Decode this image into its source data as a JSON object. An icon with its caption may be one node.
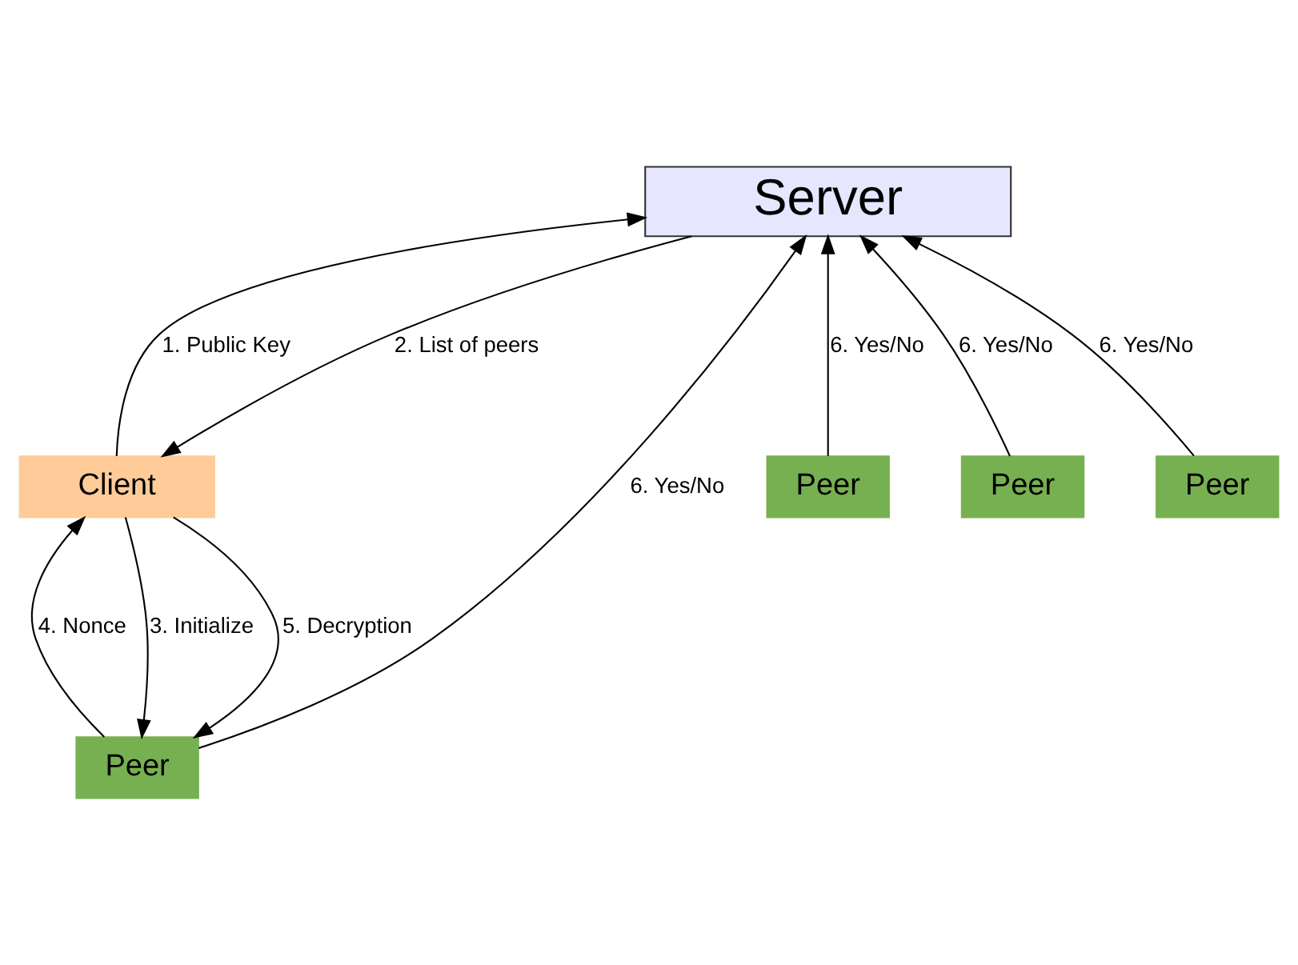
{
  "diagram": {
    "nodes": [
      {
        "text": [
          "Server"
        ]
      },
      {
        "text": [
          "Peer"
        ]
      },
      {
        "text": [
          "Client"
        ]
      },
      {
        "text": [
          "Peer"
        ]
      },
      {
        "text": [
          "Peer"
        ]
      },
      {
        "text": [
          "Peer"
        ]
      }
    ],
    "edges": [
      {
        "from": 1,
        "to": 0,
        "arrow": "to",
        "label": "6. Yes/No"
      },
      {
        "from": 5,
        "to": 0,
        "arrow": "to",
        "label": "6. Yes/No"
      },
      {
        "from": 2,
        "to": 0,
        "arrow": "to",
        "label": "1. Public Key"
      },
      {
        "from": 0,
        "to": 2,
        "arrow": "to",
        "label": "2. List of peers"
      },
      {
        "from": 4,
        "to": 0,
        "arrow": "to",
        "label": "6. Yes/No"
      },
      {
        "from": 3,
        "to": 0,
        "arrow": "to",
        "label": "6. Yes/No"
      },
      {
        "from": 2,
        "to": 5,
        "arrow": "to",
        "label": "3. Initialize"
      },
      {
        "from": 5,
        "to": 2,
        "arrow": "to",
        "label": "4. Nonce"
      },
      {
        "from": 2,
        "to": 5,
        "arrow": "to",
        "label": "5. Decryption"
      }
    ]
  }
}
